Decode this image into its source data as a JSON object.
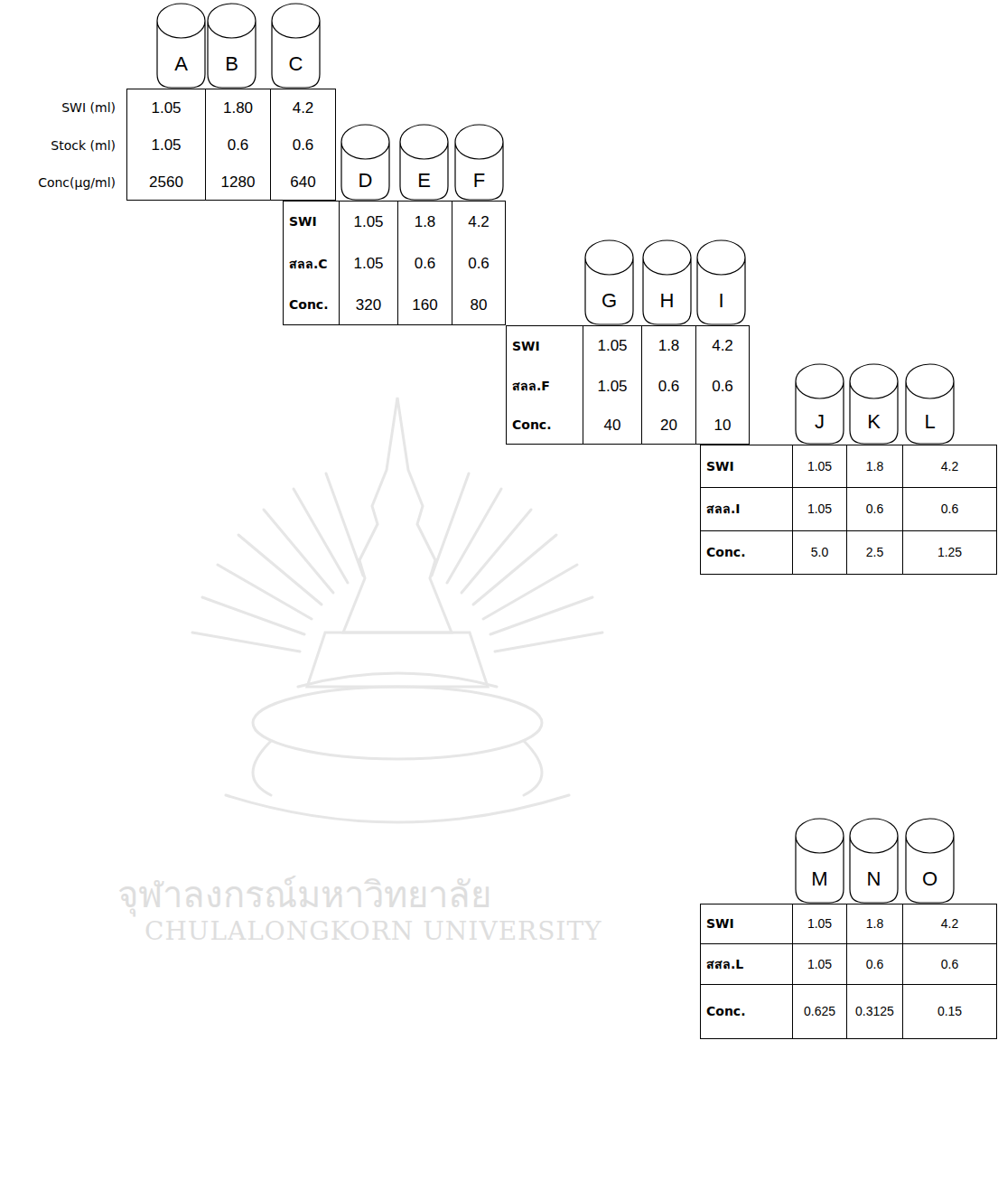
{
  "diagram": {
    "nodes": [
      {
        "text": [
          "A"
        ]
      },
      {
        "text": [
          "B"
        ]
      },
      {
        "text": [
          "C"
        ]
      },
      {
        "text": [
          "D"
        ]
      },
      {
        "text": [
          "E"
        ]
      },
      {
        "text": [
          "F"
        ]
      },
      {
        "text": [
          "G"
        ]
      },
      {
        "text": [
          "H"
        ]
      },
      {
        "text": [
          "I"
        ]
      },
      {
        "text": [
          "J"
        ]
      },
      {
        "text": [
          "K"
        ]
      },
      {
        "text": [
          "L"
        ]
      },
      {
        "text": [
          "M"
        ]
      },
      {
        "text": [
          "N"
        ]
      },
      {
        "text": [
          "O"
        ]
      }
    ],
    "labels": [
      "SWI (ml)",
      "1.05",
      "1.80",
      "4.2",
      "Stock (ml)",
      "1.05",
      "0.6",
      "0.6",
      "Conc(µg/ml)",
      "2560",
      "1280",
      "640",
      "SWI",
      "1.05",
      "1.8",
      "4.2",
      "สลล.C",
      "1.05",
      "0.6",
      "0.6",
      "Conc.",
      "320",
      "160",
      "80",
      "SWI",
      "1.05",
      "1.8",
      "4.2",
      "สลล.F",
      "1.05",
      "0.6",
      "0.6",
      "Conc.",
      "40",
      "20",
      "10",
      "SWI",
      "1.05",
      "1.8",
      "4.2",
      "สลล.I",
      "1.05",
      "0.6",
      "0.6",
      "Conc.",
      "5.0",
      "2.5",
      "1.25",
      "SWI",
      "1.05",
      "1.8",
      "4.2",
      "สสล.L",
      "1.05",
      "0.6",
      "0.6",
      "Conc.",
      "0.625",
      "0.3125",
      "0.15",
      "จุฬาลงกรณ์มหาวิทยาลัย",
      "CHULALONGKORN UNIVERSITY"
    ]
  }
}
